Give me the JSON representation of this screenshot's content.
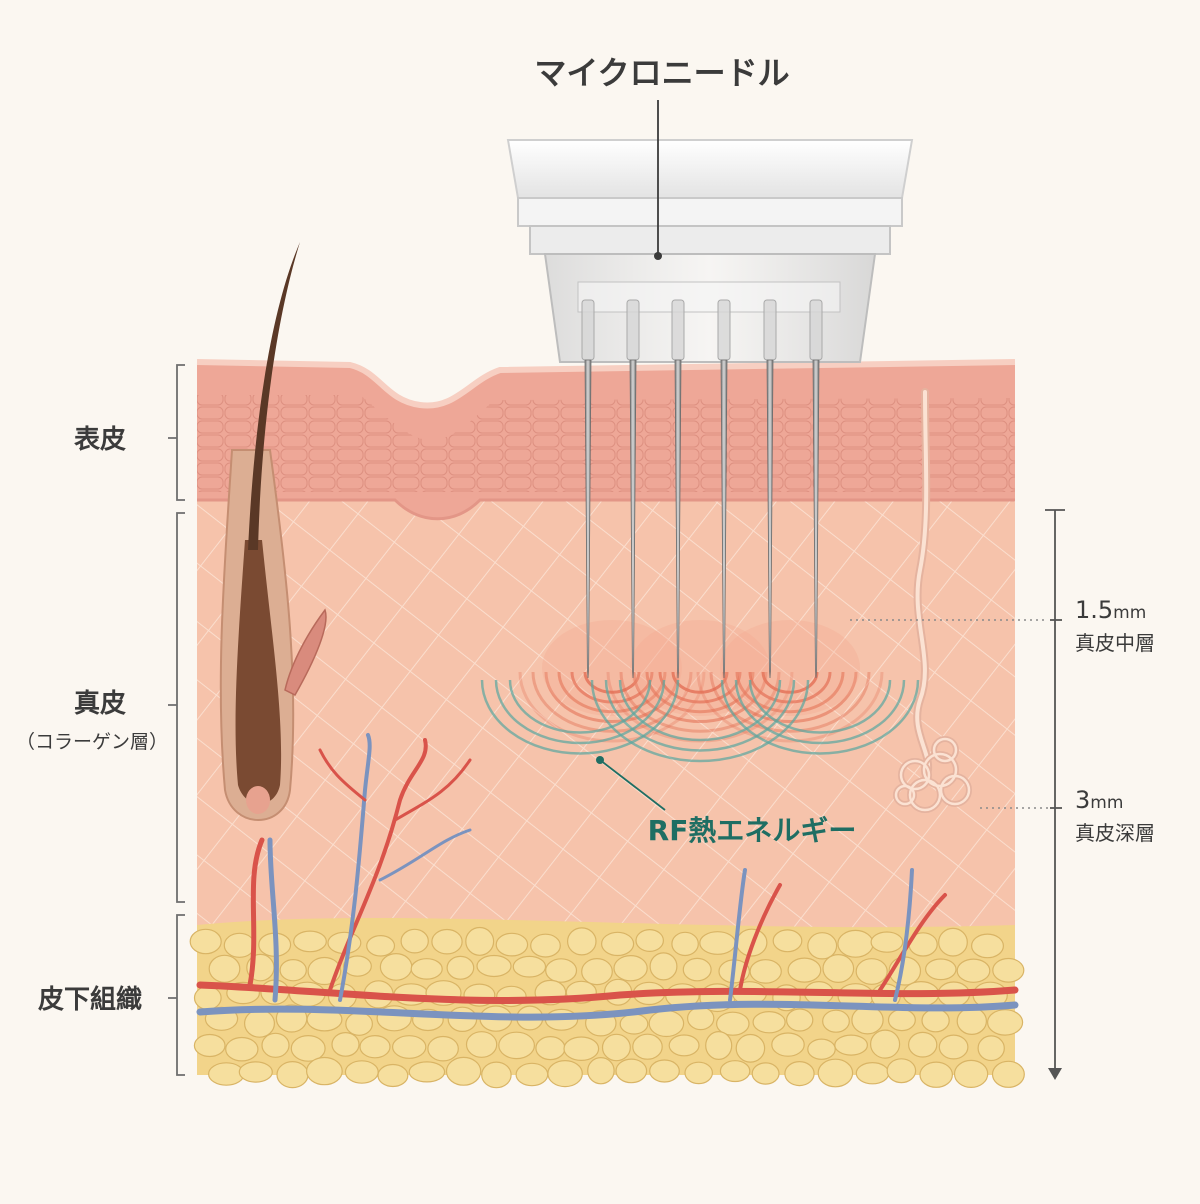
{
  "labels": {
    "needle_title": "マイクロニードル",
    "epidermis": "表皮",
    "dermis": "真皮",
    "dermis_sub": "（コラーゲン層）",
    "subcutis": "皮下組織",
    "rf_energy": "RF熱エネルギー",
    "depth1_value": "1.5",
    "depth1_unit": "mm",
    "depth1_desc": "真皮中層",
    "depth2_value": "3",
    "depth2_unit": "mm",
    "depth2_desc": "真皮深層"
  },
  "colors": {
    "background": "#fbf7f1",
    "epidermis": "#eea797",
    "dermis": "#f6c3ab",
    "subcutis": "#f2d48a",
    "fat_cell": "#f6df9e",
    "artery": "#d9534a",
    "vein": "#7b93bf",
    "hair": "#5a3826",
    "rf_heat": "#e0684e",
    "rf_wave": "#5aa7a0",
    "rf_label": "#1f6e63",
    "text": "#3b3b3b"
  },
  "icons": [
    "microneedle-handpiece",
    "hair-follicle",
    "sweat-gland",
    "blood-vessel",
    "fat-cell"
  ]
}
